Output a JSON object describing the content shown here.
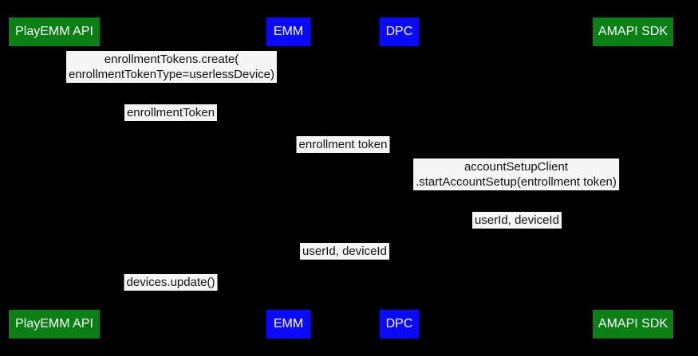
{
  "diagram": {
    "type": "sequence",
    "background_color": "#000000",
    "label_background_color": "#f5f5f5",
    "label_text_color": "#111111",
    "actor_text_color": "#ffffff",
    "accent_green": "#0a8014",
    "accent_blue": "#0a0aff",
    "actors": [
      {
        "id": "playemm-api",
        "label": "PlayEMM API",
        "color": "#0a8014"
      },
      {
        "id": "emm",
        "label": "EMM",
        "color": "#0a0aff"
      },
      {
        "id": "dpc",
        "label": "DPC",
        "color": "#0a0aff"
      },
      {
        "id": "amapi-sdk",
        "label": "AMAPI SDK",
        "color": "#0a8014"
      }
    ],
    "messages": [
      {
        "lines": [
          "enrollmentTokens.create(",
          "enrollmentTokenType=userlessDevice)"
        ]
      },
      {
        "lines": [
          "enrollmentToken"
        ]
      },
      {
        "lines": [
          "enrollment token"
        ]
      },
      {
        "lines": [
          "accountSetupClient",
          ".startAccountSetup(entrollment token)"
        ]
      },
      {
        "lines": [
          "userId, deviceId"
        ]
      },
      {
        "lines": [
          "userId, deviceId"
        ]
      },
      {
        "lines": [
          "devices.update()"
        ]
      }
    ]
  }
}
